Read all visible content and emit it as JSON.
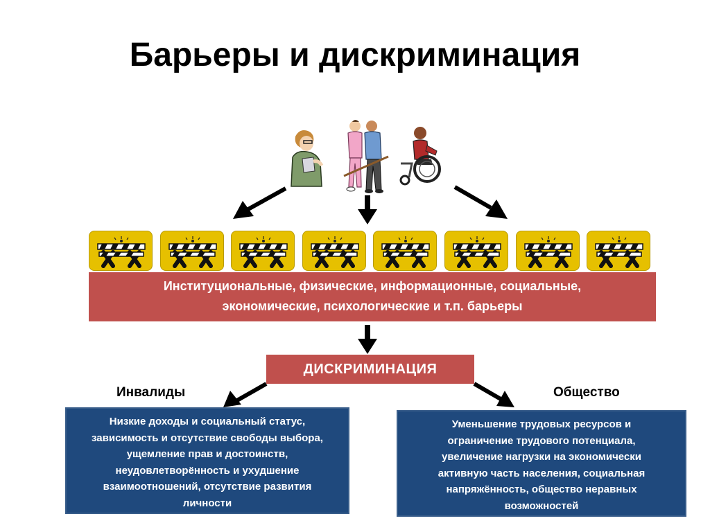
{
  "title": "Барьеры и дискриминация",
  "icons": [
    "woman-praying-icon",
    "caregiver-with-blind-man-icon",
    "wheelchair-user-icon"
  ],
  "barriers": {
    "count": 8,
    "icon": "road-barrier-icon",
    "color": "#e6c000"
  },
  "barriers_box": {
    "line1": "Институциональные, физические, информационные, социальные,",
    "line2": "экономические, психологические и т.п. барьеры",
    "color": "#c0504d"
  },
  "discrimination": {
    "label": "ДИСКРИМИНАЦИЯ",
    "color": "#c0504d"
  },
  "left": {
    "label": "Инвалиды",
    "lines": [
      "Низкие доходы и социальный статус,",
      "зависимость и отсутствие свободы выбора,",
      "ущемление прав и достоинств,",
      "неудовлетворённость и ухудшение",
      "взаимоотношений, отсутствие развития",
      "личности"
    ],
    "color": "#1f497d"
  },
  "right": {
    "label": "Общество",
    "lines": [
      "Уменьшение трудовых ресурсов и",
      "ограничение трудового потенциала,",
      "увеличение нагрузки на экономически",
      "активную часть населения, социальная",
      "напряжённость, общество неравных",
      "возможностей"
    ],
    "color": "#1f497d"
  }
}
